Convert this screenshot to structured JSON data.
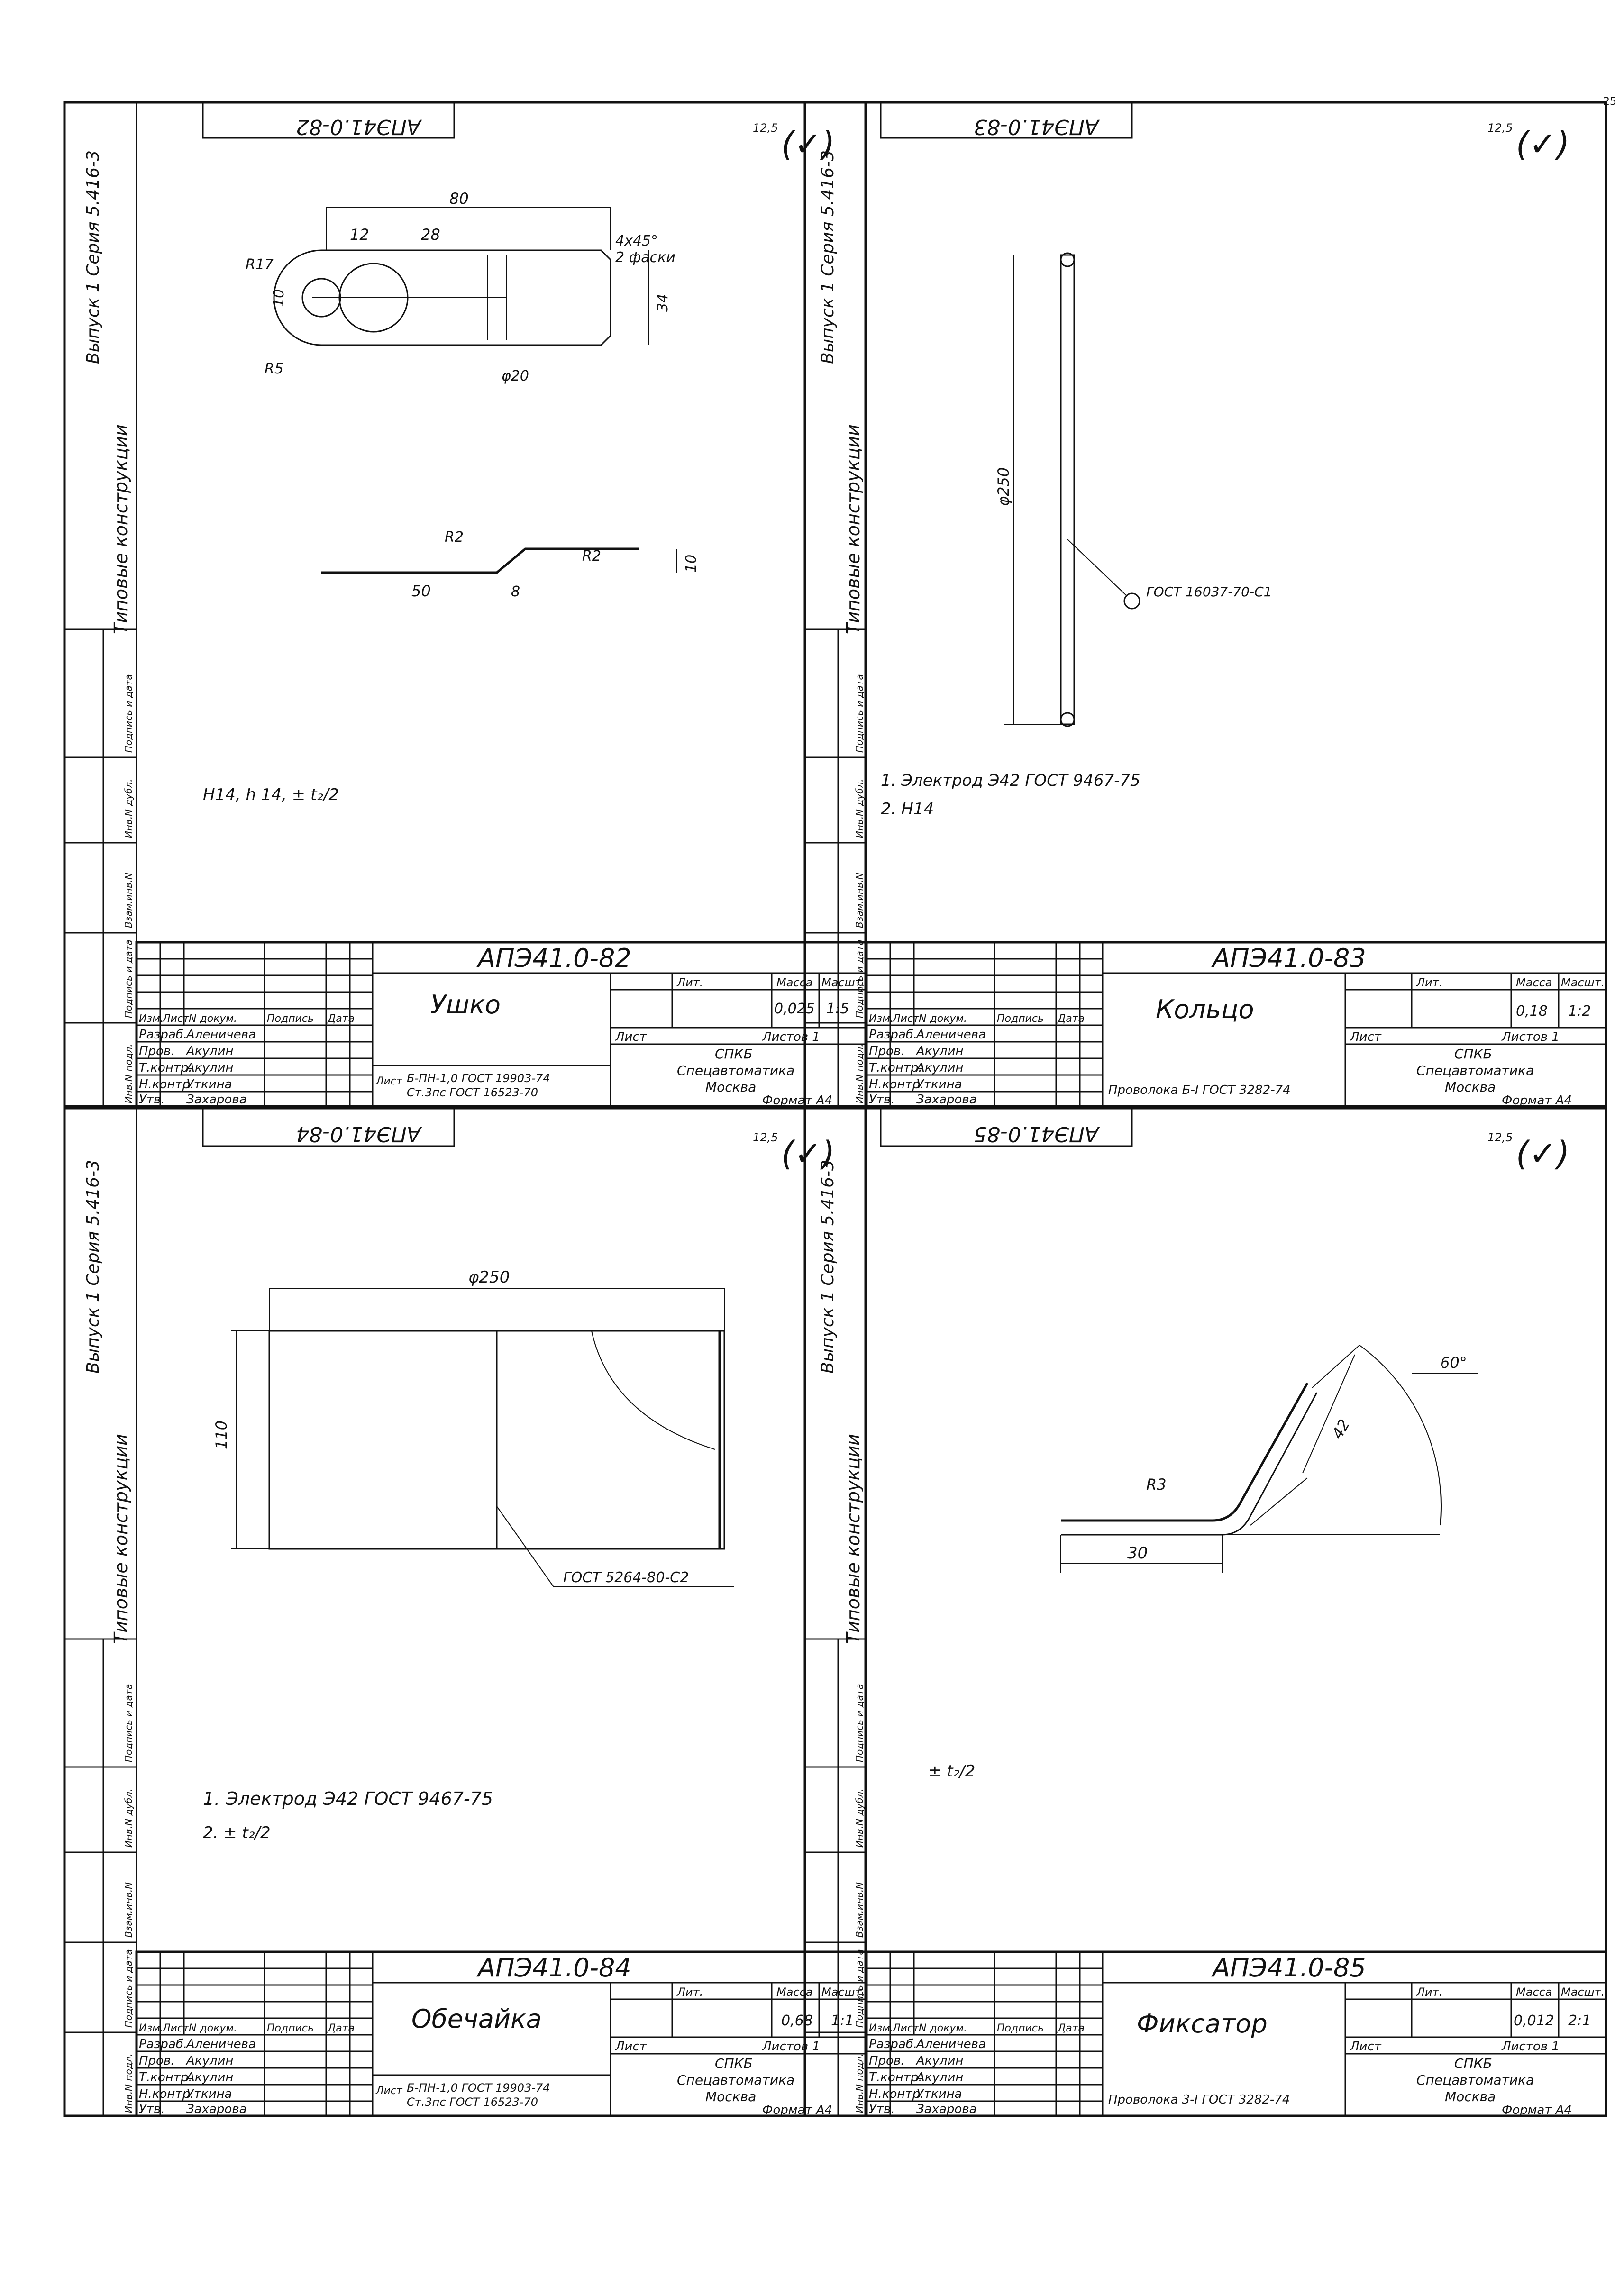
{
  "page_number": "25",
  "sidebar": {
    "series_label": "Выпуск 1   Серия  5.416-3",
    "title": "Типовые конструкции",
    "stamp_columns": [
      "Инв.N подл.",
      "Подпись и дата",
      "Взам.инв.N",
      "Инв.N дубл.",
      "Подпись и дата"
    ]
  },
  "common": {
    "rev_header": [
      "Изм.",
      "Лист",
      "N докум.",
      "Подпись",
      "Дата"
    ],
    "roles": [
      "Разраб.",
      "Пров.",
      "Т.контр.",
      "Н.контр.",
      "Утв."
    ],
    "names": [
      "Аленичева",
      "Акулин",
      "Акулин",
      "Уткина",
      "Захарова"
    ],
    "lit_label": "Лит.",
    "mass_label": "Масса",
    "scale_label": "Масшт.",
    "sheet_label": "Лист",
    "sheets_label": "Листов 1",
    "org_line1": "СПКБ",
    "org_line2": "Спецавтоматика",
    "org_line3": "Москва",
    "format": "Формат А4",
    "roughness": "12,5",
    "roughness_mark": "(✓)"
  },
  "sheets": [
    {
      "code": "АПЭ41.0-82",
      "code_mirrored": "АПЭ41.0-82",
      "name": "Ушко",
      "mass": "0,025",
      "scale": "1:5",
      "material_1": "Б-ПН-1,0 ГОСТ 19903-74",
      "material_2": "Ст.3пс ГОСТ 16523-70",
      "material_prefix": "Лист",
      "notes": [
        "Н14, h 14,  ± t₂/2"
      ],
      "dims": [
        "80",
        "12",
        "28",
        "4x45°",
        "2 фаски",
        "R17",
        "10",
        "34",
        "R5",
        "φ20",
        "R2",
        "R2",
        "10",
        "50",
        "8"
      ]
    },
    {
      "code": "АПЭ41.0-83",
      "code_mirrored": "АПЭ41.0-83",
      "name": "Кольцо",
      "mass": "0,18",
      "scale": "1:2",
      "material_1": "Проволока Б-I ГОСТ 3282-74",
      "notes": [
        "1. Электрод Э42 ГОСТ 9467-75",
        "2. Н14"
      ],
      "dims": [
        "φ250",
        "ГОСТ 16037-70-С1"
      ]
    },
    {
      "code": "АПЭ41.0-84",
      "code_mirrored": "АПЭ41.0-84",
      "name": "Обечайка",
      "mass": "0,68",
      "scale": "1:1",
      "material_1": "Б-ПН-1,0 ГОСТ 19903-74",
      "material_2": "Ст.3пс ГОСТ 16523-70",
      "material_prefix": "Лист",
      "notes": [
        "1. Электрод Э42 ГОСТ 9467-75",
        "2. ± t₂/2"
      ],
      "dims": [
        "φ250",
        "110",
        "ГОСТ 5264-80-С2"
      ]
    },
    {
      "code": "АПЭ41.0-85",
      "code_mirrored": "АПЭ41.0-85",
      "name": "Фиксатор",
      "mass": "0,012",
      "scale": "2:1",
      "material_1": "Проволока 3-I ГОСТ 3282-74",
      "notes": [
        "± t₂/2"
      ],
      "dims": [
        "60°",
        "R3",
        "42",
        "30"
      ]
    }
  ]
}
